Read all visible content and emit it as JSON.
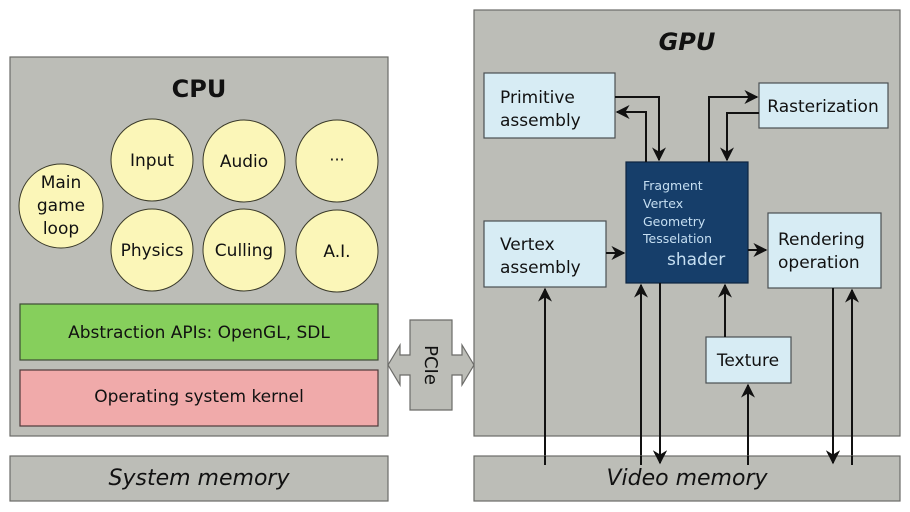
{
  "cpu": {
    "title": "CPU",
    "modules": {
      "main_loop": [
        "Main",
        "game",
        "loop"
      ],
      "input": "Input",
      "audio": "Audio",
      "more": "···",
      "physics": "Physics",
      "culling": "Culling",
      "ai": "A.I."
    },
    "abstraction_layer": "Abstraction APIs: OpenGL, SDL",
    "kernel_layer": "Operating system kernel"
  },
  "system_memory": "System memory",
  "bus": "PCIe",
  "gpu": {
    "title": "GPU",
    "primitive_assembly": [
      "Primitive",
      "assembly"
    ],
    "rasterization": "Rasterization",
    "vertex_assembly": [
      "Vertex",
      "assembly"
    ],
    "shader": {
      "types": [
        "Fragment",
        "Vertex",
        "Geometry",
        "Tesselation"
      ],
      "label": "shader"
    },
    "rendering_operation": [
      "Rendering",
      "operation"
    ],
    "texture": "Texture"
  },
  "video_memory": "Video memory",
  "colors": {
    "container": "#bcbdb7",
    "cpu_module": "#fbf6b8",
    "abstraction": "#86cf5c",
    "kernel": "#f0aaaa",
    "gpu_stage": "#d7ecf4",
    "shader": "#163e6a",
    "shader_text": "#c6dff2"
  }
}
